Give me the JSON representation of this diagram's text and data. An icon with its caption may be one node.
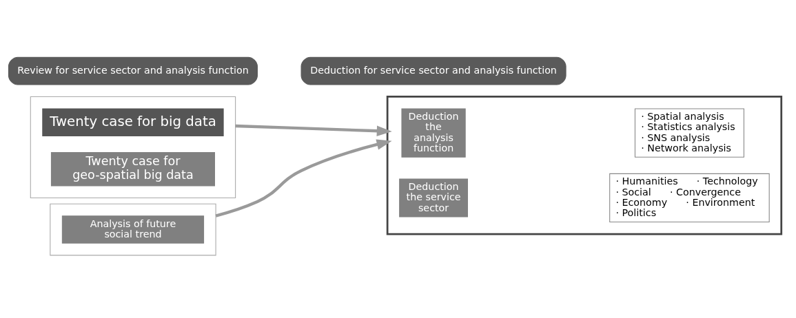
{
  "diagram": {
    "nodes": [
      {
        "text": [
          "Review for service sector and analysis function"
        ]
      },
      {
        "text": [],
        "shape": "box"
      },
      {
        "text": [
          "Twenty case for big data"
        ],
        "in": 1
      },
      {
        "text": [
          "Twenty case for geo-spatial big data"
        ],
        "in": 1
      },
      {
        "text": [],
        "shape": "box"
      },
      {
        "text": [
          "Analysis of future social trend"
        ],
        "in": 4
      },
      {
        "text": [
          "Deduction for service sector and analysis function"
        ]
      },
      {
        "text": [],
        "shape": "box"
      },
      {
        "text": [
          "Deduction the analysis function"
        ],
        "in": 7
      },
      {
        "text": [
          "· Spatial analysis",
          "· Statistics analysis",
          "· SNS analysis",
          "· Network analysis"
        ],
        "in": 7
      },
      {
        "text": [
          "Deduction the service sector"
        ],
        "in": 7
      },
      {
        "text": [
          "· Humanities",
          "· Social",
          "· Economy",
          "· Politics",
          "· Technology",
          "· Convergence",
          "· Environment"
        ],
        "in": 7
      }
    ],
    "edges": [
      {
        "from": 1,
        "to": 7,
        "arrow": "to"
      },
      {
        "from": 4,
        "to": 7,
        "arrow": "to"
      }
    ]
  }
}
